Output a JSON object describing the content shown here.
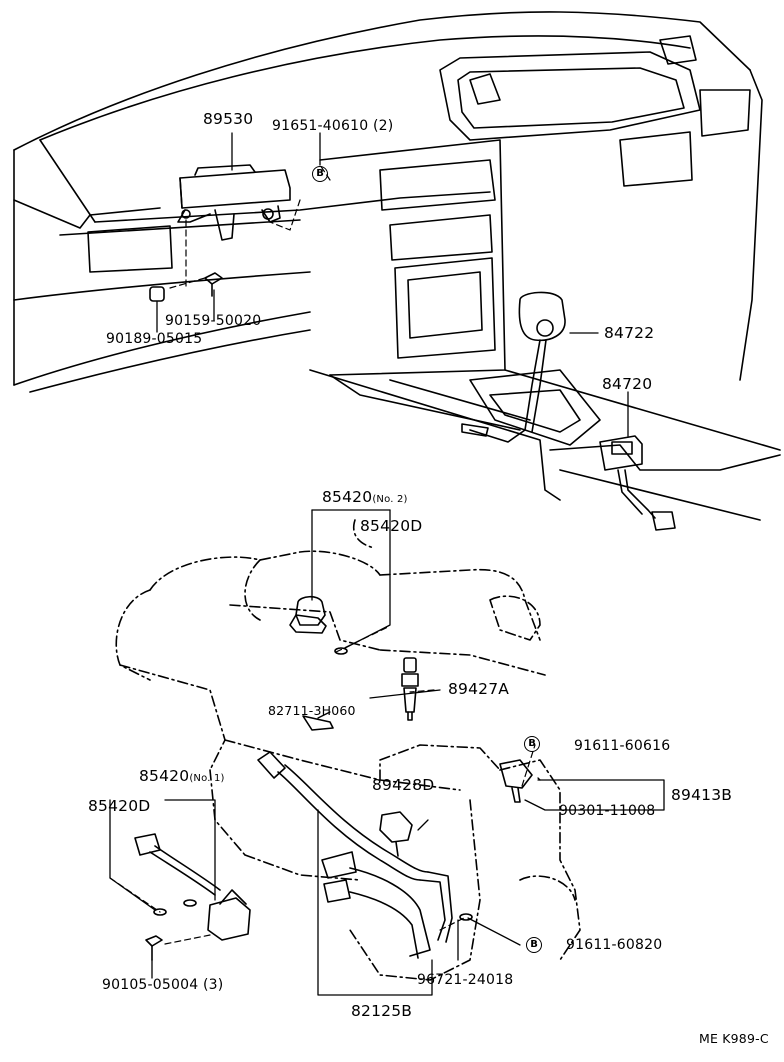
{
  "parts": {
    "p89530": "89530",
    "p91651": "91651-40610 (2)",
    "p90159": "90159-50020",
    "p90189": "90189-05015",
    "p84722": "84722",
    "p84720": "84720",
    "p85420_no2": "85420",
    "p85420_no2_sub": "(No. 2)",
    "p85420D_top": "85420D",
    "p89427A": "89427A",
    "p82711": "82711-3H060",
    "p91611_a": "91611-60616",
    "p89413B": "89413B",
    "p90301": "90301-11008",
    "p85420_no1": "85420",
    "p85420_no1_sub": "(No. 1)",
    "p85420D_bot": "85420D",
    "p89428D": "89428D",
    "p91611_b": "91611-60820",
    "p96721": "96721-24018",
    "p90105": "90105-05004 (3)",
    "p82125B": "82125B"
  },
  "marker_letter": "B",
  "figure_code": "ME K989-C"
}
